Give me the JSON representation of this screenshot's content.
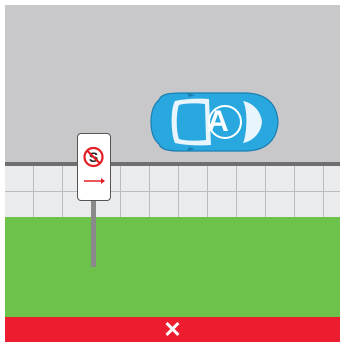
{
  "scene": {
    "car_label": "A",
    "sign_symbol": "S",
    "sign_icon": "no-stopping-right-arrow-sign",
    "result": "✕",
    "result_icon": "cross-icon",
    "colors": {
      "road": "#c8c8ca",
      "footpath": "#e9ebec",
      "grass": "#6cc24a",
      "banner": "#ed1c2e",
      "car": "#29a8e0",
      "sign_red": "#e31e24"
    }
  }
}
